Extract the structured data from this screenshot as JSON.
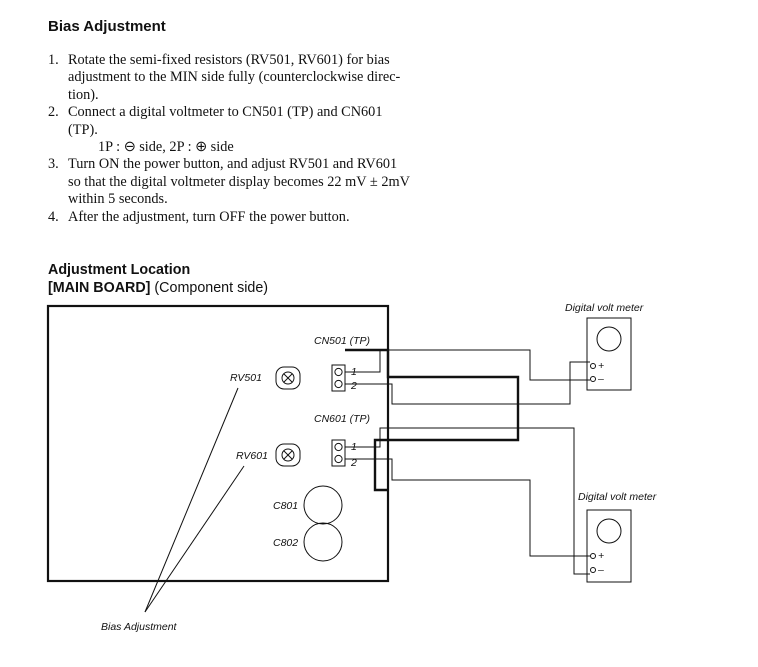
{
  "bias_section": {
    "title": "Bias Adjustment",
    "steps": [
      {
        "num": "1.",
        "text": "Rotate the semi-fixed resistors (RV501, RV601) for bias adjustment to the MIN side fully (counterclockwise direc-tion)."
      },
      {
        "num": "2.",
        "text": "Connect a digital voltmeter to CN501 (TP) and CN601 (TP).",
        "sub": "1P : ⊖ side, 2P : ⊕ side"
      },
      {
        "num": "3.",
        "text": "Turn ON the power button, and adjust RV501 and RV601 so that the digital voltmeter display becomes 22 mV ± 2mV within 5 seconds."
      },
      {
        "num": "4.",
        "text": "After the adjustment, turn OFF the power button."
      }
    ]
  },
  "location_section": {
    "title": "Adjustment Location",
    "board_label": "[MAIN BOARD]",
    "board_side": " (Component side)"
  },
  "diagram": {
    "connectors": [
      {
        "label": "CN501 (TP)",
        "pin1": "1",
        "pin2": "2"
      },
      {
        "label": "CN601 (TP)",
        "pin1": "1",
        "pin2": "2"
      }
    ],
    "resistors": [
      {
        "label": "RV501"
      },
      {
        "label": "RV601"
      }
    ],
    "capacitors": [
      {
        "label": "C801"
      },
      {
        "label": "C802"
      }
    ],
    "meters": [
      {
        "label": "Digital volt meter",
        "plus": "+",
        "minus": "–"
      },
      {
        "label": "Digital volt meter",
        "plus": "+",
        "minus": "–"
      }
    ],
    "pointer_label": "Bias Adjustment"
  }
}
